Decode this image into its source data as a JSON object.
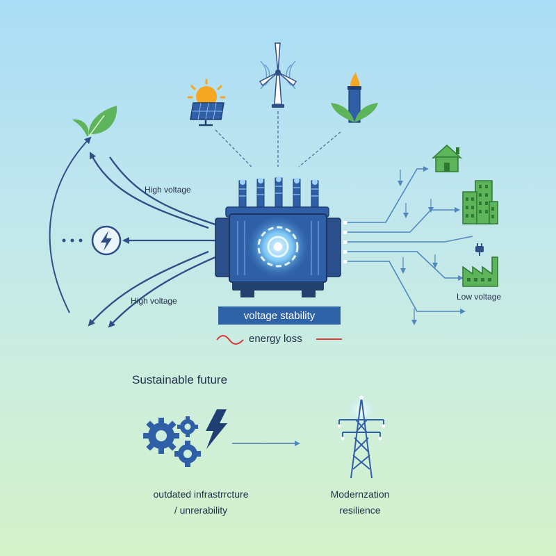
{
  "labels": {
    "high_voltage_top": "High voltage",
    "high_voltage_bottom": "High voltage",
    "low_voltage": "Low voltage",
    "voltage_stability": "voltage stability",
    "energy_loss": "energy loss",
    "sustainable_future": "Sustainable future",
    "outdated_line1": "outdated infrastrrcture",
    "outdated_line2": "/ unrerability",
    "modernization_line1": "Modernzation",
    "modernization_line2": "resilience"
  },
  "colors": {
    "navy": "#2f4f86",
    "blue_accent": "#2f63a8",
    "green": "#4ea24a",
    "energy_loss_red": "#d63a3a",
    "sun": "#f5a623"
  },
  "icons": [
    "leaf-icon",
    "sun-icon",
    "solar-panel-icon",
    "wind-turbine-icon",
    "biogas-plant-icon",
    "lightning-icon",
    "house-icon",
    "office-building-icon",
    "factory-icon",
    "plug-icon",
    "gear-icon",
    "transmission-tower-icon",
    "transformer-icon"
  ]
}
